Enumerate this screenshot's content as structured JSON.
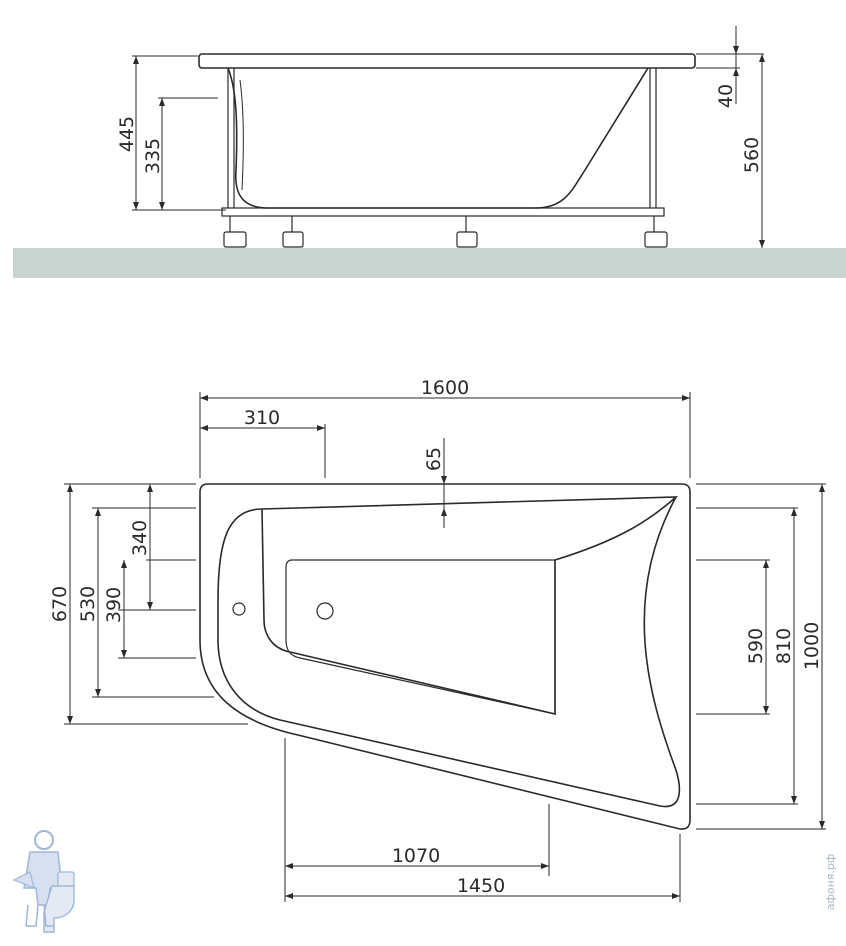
{
  "side_view": {
    "floor_color": "#c8d4d0",
    "dimensions": {
      "total_height": "445",
      "inner_depth": "335",
      "rim": "40",
      "overall_height": "560"
    }
  },
  "top_view": {
    "dimensions": {
      "length": "1600",
      "offset_left": "310",
      "rim_offset": "65",
      "left_670": "670",
      "left_530": "530",
      "left_390": "390",
      "left_340": "340",
      "right_590": "590",
      "right_810": "810",
      "right_1000": "1000",
      "bottom_1070": "1070",
      "bottom_1450": "1450"
    }
  },
  "watermark": {
    "text": "афоня.рф"
  },
  "colors": {
    "line": "#2a2a2a",
    "floor": "#c8d4d0",
    "logo": "#7e9ecb"
  }
}
